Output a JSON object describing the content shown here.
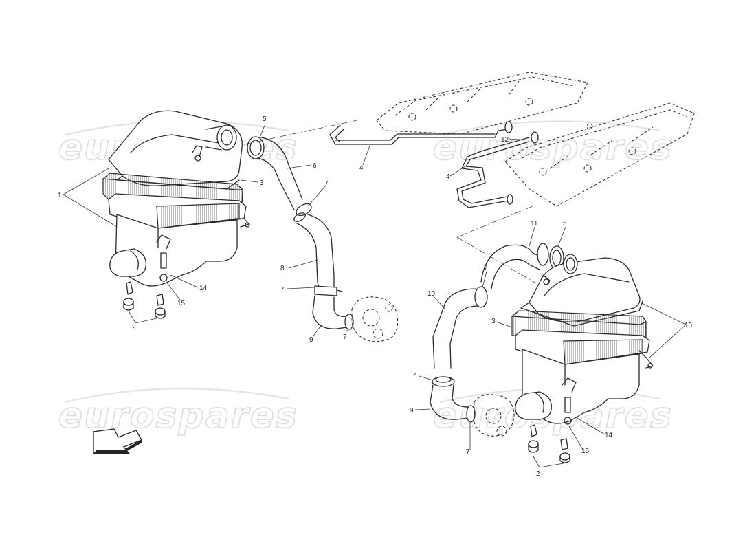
{
  "watermark": {
    "text": "eurospares"
  },
  "callouts": {
    "left_assembly": [
      "1",
      "2",
      "3",
      "14",
      "15"
    ],
    "left_hose": [
      "5",
      "6",
      "7",
      "7",
      "8",
      "9",
      "7"
    ],
    "breather_pipe": [
      "4",
      "4",
      "12"
    ],
    "right_hose": [
      "11",
      "5",
      "7",
      "10",
      "7",
      "9",
      "7"
    ],
    "right_assembly": [
      "3",
      "13",
      "14",
      "15",
      "2"
    ]
  }
}
